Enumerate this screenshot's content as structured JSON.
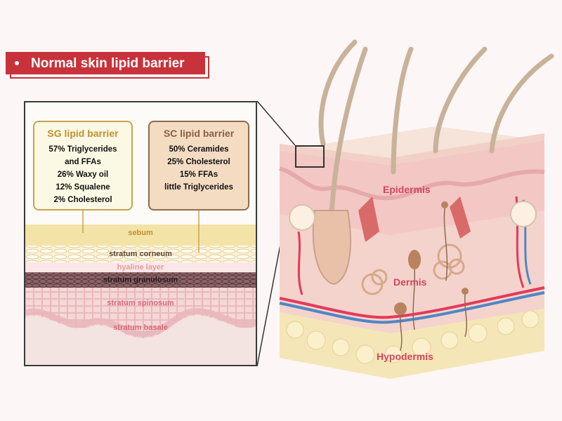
{
  "header": {
    "title": "Normal skin lipid barrier"
  },
  "sg_box": {
    "title": "SG lipid barrier",
    "items": [
      "57% Triglycerides",
      "and FFAs",
      "26% Waxy oil",
      "12% Squalene",
      "2% Cholesterol"
    ]
  },
  "sc_box": {
    "title": "SC lipid barrier",
    "items": [
      "50% Ceramides",
      "25% Cholesterol",
      "15% FFAs",
      "little Triglycerides"
    ]
  },
  "layers": {
    "sebum": "sebum",
    "corneum": "stratum corneum",
    "hyaline": "hyaline layer",
    "granulosum": "stratum granulosum",
    "spinosum": "stratum spinosum",
    "basale": "stratum basale"
  },
  "skin_labels": {
    "epidermis": "Epidermis",
    "dermis": "Dermis",
    "hypodermis": "Hypodermis"
  },
  "colors": {
    "accent": "#c8323a",
    "sebum": "#f4e3a6",
    "granulosum": "#7a5458",
    "label_red": "#d2455f"
  }
}
